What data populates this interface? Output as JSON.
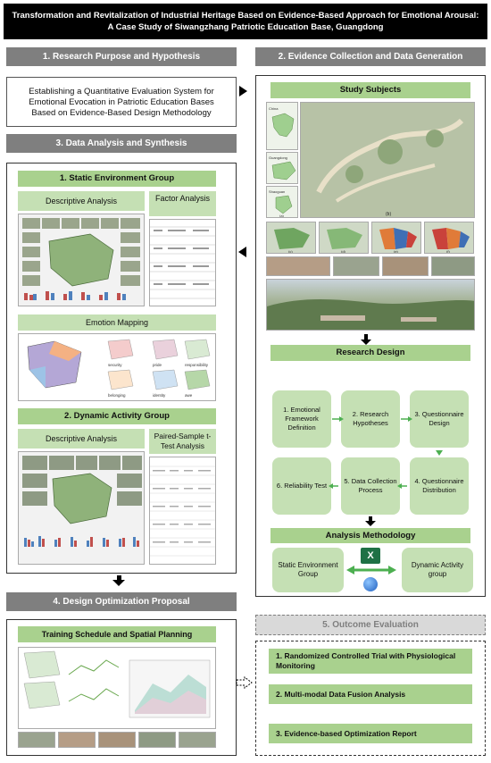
{
  "title": {
    "line1": "Transformation and Revitalization of Industrial Heritage Based on Evidence-Based Approach for Emotional Arousal:",
    "line2": "A Case Study of Siwangzhang Patriotic Education Base, Guangdong"
  },
  "section1": {
    "header": "1. Research Purpose and Hypothesis",
    "text": "Establishing a Quantitative Evaluation System for Emotional Evocation in Patriotic Education Bases Based on Evidence-Based Design Methodology"
  },
  "section2": {
    "header": "2. Evidence Collection and Data Generation",
    "study_subjects": "Study Subjects",
    "map_labels": {
      "china": "China",
      "guangdong": "Guangdong",
      "shaoguan": "Shaoguan",
      "a": "(a)",
      "b": "(b)",
      "c": "(c)",
      "d": "(d)",
      "e": "(e)",
      "f": "(f)"
    },
    "research_design": "Research Design",
    "steps": [
      "1. Emotional Framework Definition",
      "2. Research Hypotheses",
      "3. Questionnaire Design",
      "4. Questionnaire Distribution",
      "5. Data Collection Process",
      "6. Reliability Test"
    ],
    "analysis_methodology": "Analysis Methodology",
    "static_group": "Static Environment Group",
    "dynamic_group": "Dynamic Activity group",
    "excel_letter": "X"
  },
  "section3": {
    "header": "3. Data Analysis and Synthesis",
    "static_title": "1. Static Environment Group",
    "descriptive": "Descriptive Analysis",
    "factor": "Factor Analysis",
    "emotion_mapping": "Emotion Mapping",
    "emotion_labels": [
      "security",
      "pride",
      "responsibility",
      "belonging",
      "identity",
      "awe"
    ],
    "dynamic_title": "2. Dynamic Activity Group",
    "descriptive2": "Descriptive Analysis",
    "paired": "Paired-Sample t-Test Analysis"
  },
  "section4": {
    "header": "4. Design Optimization Proposal",
    "training": "Training Schedule and Spatial Planning"
  },
  "section5": {
    "header": "5. Outcome Evaluation",
    "items": [
      "1. Randomized Controlled Trial with Physiological Monitoring",
      "2. Multi-modal Data Fusion Analysis",
      "3. Evidence-based Optimization Report"
    ]
  },
  "colors": {
    "green_dark": "#a9d18e",
    "green_light": "#c5e0b4",
    "gray_header": "#7f7f7f",
    "excel_green": "#1e7145",
    "arrow_green": "#4caf50"
  }
}
